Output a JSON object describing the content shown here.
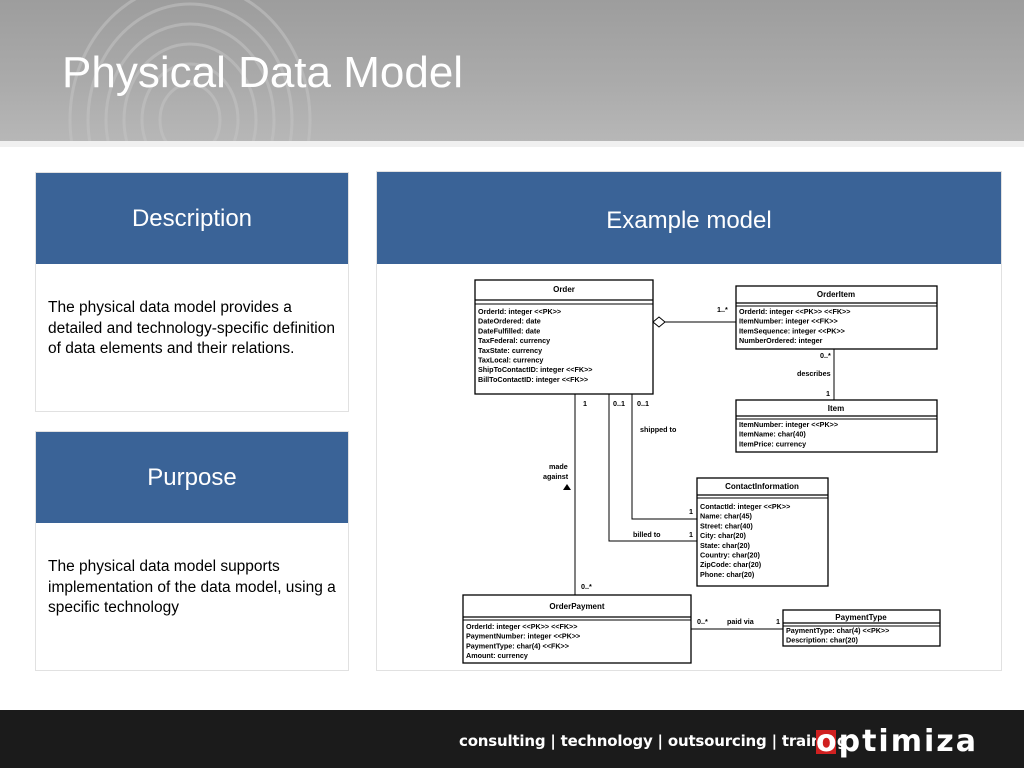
{
  "slide": {
    "title": "Physical Data Model"
  },
  "description": {
    "heading": "Description",
    "text": "The physical data model provides a detailed and technology-specific definition of data elements and their relations."
  },
  "purpose": {
    "heading": "Purpose",
    "text": "The physical data model supports implementation of the data model, using a specific technology"
  },
  "example": {
    "heading": "Example model"
  },
  "entities": {
    "order": {
      "name": "Order",
      "attributes": [
        "OrderId: integer <<PK>>",
        "DateOrdered: date",
        "DateFulfilled: date",
        "TaxFederal: currency",
        "TaxState: currency",
        "TaxLocal: currency",
        "ShipToContactID: integer <<FK>>",
        "BillToContactID: integer <<FK>>"
      ]
    },
    "orderitem": {
      "name": "OrderItem",
      "attributes": [
        "OrderId: integer <<PK>> <<FK>>",
        "ItemNumber: integer <<FK>>",
        "ItemSequence: integer <<PK>>",
        "NumberOrdered: integer"
      ]
    },
    "item": {
      "name": "Item",
      "attributes": [
        "ItemNumber: integer <<PK>>",
        "ItemName: char(40)",
        "ItemPrice: currency"
      ]
    },
    "contact": {
      "name": "ContactInformation",
      "attributes": [
        "ContactId: integer <<PK>>",
        "Name: char(45)",
        "Street: char(40)",
        "City: char(20)",
        "State: char(20)",
        "Country: char(20)",
        "ZipCode: char(20)",
        "Phone: char(20)"
      ]
    },
    "orderpayment": {
      "name": "OrderPayment",
      "attributes": [
        "OrderId: integer <<PK>> <<FK>>",
        "PaymentNumber: integer <<PK>>",
        "PaymentType: char(4) <<FK>>",
        "Amount: currency"
      ]
    },
    "paymenttype": {
      "name": "PaymentType",
      "attributes": [
        "PaymentType: char(4) <<PK>>",
        "Description: char(20)"
      ]
    }
  },
  "relations": {
    "order_orderitem_mult": "1..*",
    "orderitem_item_mult_top": "0..*",
    "orderitem_item_label": "describes",
    "orderitem_item_mult_bottom": "1",
    "order_payment_mult_top": "1",
    "order_payment_label_1": "made",
    "order_payment_label_2": "against",
    "order_payment_mult_bottom": "0..*",
    "bill_mult_top": "0..1",
    "ship_mult_top": "0..1",
    "shipped_label": "shipped to",
    "ship_mult_contact": "1",
    "billed_label": "billed to",
    "bill_mult_contact": "1",
    "paytype_mult_left": "0..*",
    "paytype_label": "paid via",
    "paytype_mult_right": "1"
  },
  "footer": {
    "tagline": "consulting | technology | outsourcing | training",
    "logo": "optimiza"
  },
  "colors": {
    "panel_header": "#3a6397",
    "footer_bg": "#1b1b1b",
    "header_bg": "#a6a6a6",
    "logo_accent": "#d02020"
  }
}
